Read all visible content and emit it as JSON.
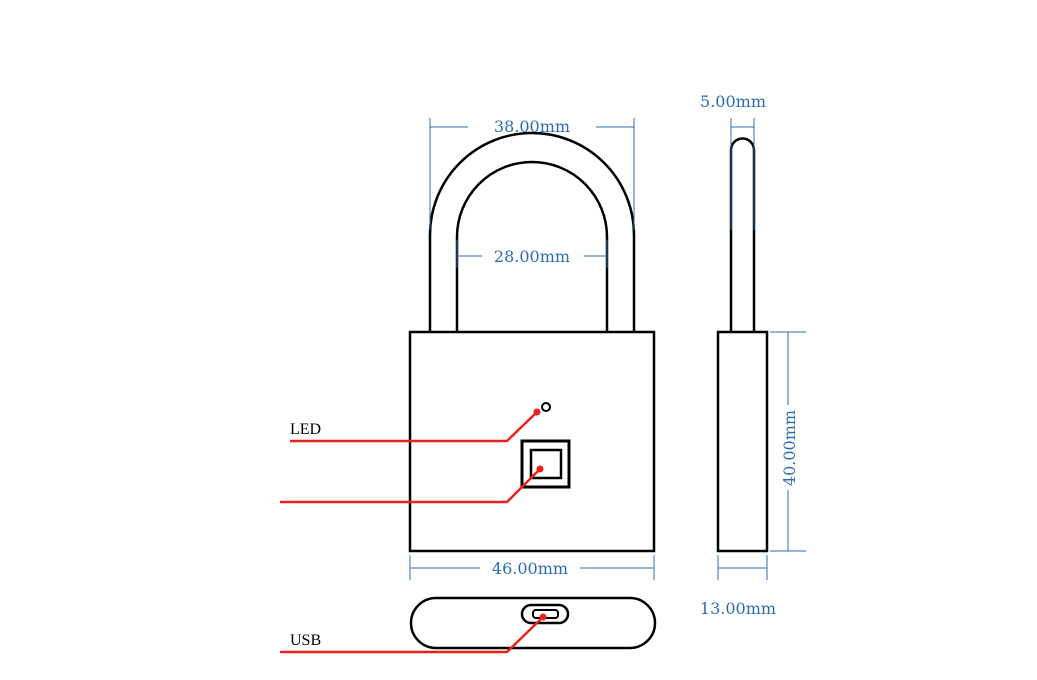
{
  "colors": {
    "outline": "#000000",
    "dimension": "#2b6cb0",
    "leader": "#e8231b"
  },
  "dimensions": {
    "shackle_outer_width": "38.00mm",
    "shackle_inner_width": "28.00mm",
    "body_width": "46.00mm",
    "shackle_thickness": "5.00mm",
    "body_height": "40.00mm",
    "body_depth": "13.00mm"
  },
  "labels": {
    "led": "LED",
    "usb": "USB"
  }
}
